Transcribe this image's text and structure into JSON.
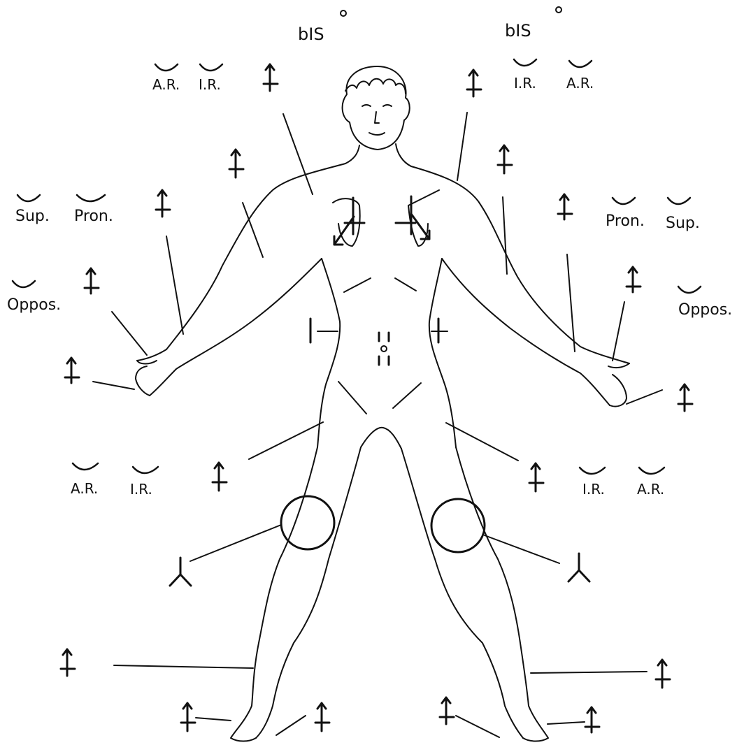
{
  "diagram": {
    "top_left_label": "bIS",
    "top_right_label": "bIS",
    "degree_symbol": "°",
    "labels": {
      "shoulder_left_a": "A.R.",
      "shoulder_left_b": "I.R.",
      "shoulder_right_a": "I.R.",
      "shoulder_right_b": "A.R.",
      "forearm_left_a": "Sup.",
      "forearm_left_b": "Pron.",
      "forearm_right_a": "Pron.",
      "forearm_right_b": "Sup.",
      "thumb_left": "Oppos.",
      "thumb_right": "Oppos.",
      "hip_left_a": "A.R.",
      "hip_left_b": "I.R.",
      "hip_right_a": "I.R.",
      "hip_right_b": "A.R."
    },
    "colors": {
      "ink": "#111111",
      "background": "#ffffff"
    }
  }
}
